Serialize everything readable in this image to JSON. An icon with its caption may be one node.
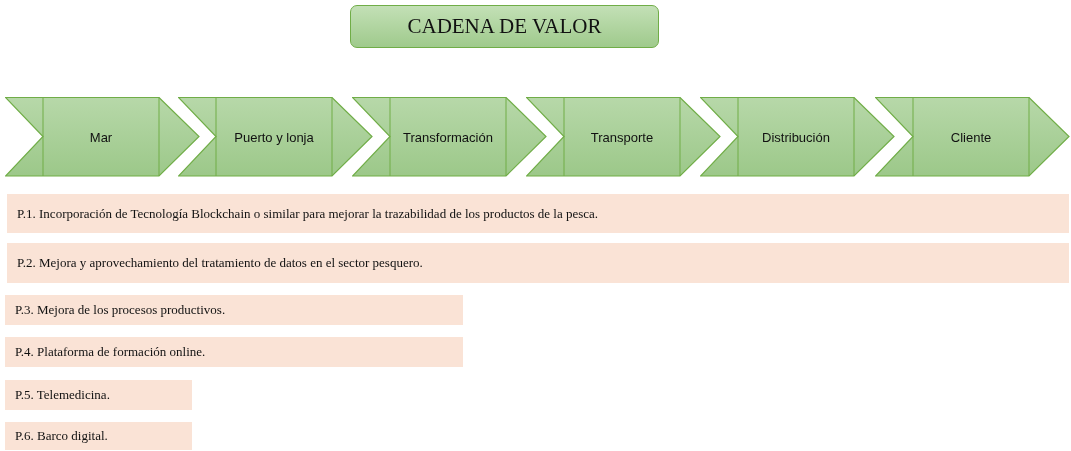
{
  "diagram": {
    "title": "CADENA DE VALOR",
    "nodes": [
      {
        "text": [
          "Mar"
        ]
      },
      {
        "text": [
          "Puerto y lonja"
        ]
      },
      {
        "text": [
          "Transformación"
        ]
      },
      {
        "text": [
          "Transporte"
        ]
      },
      {
        "text": [
          "Distribución"
        ]
      },
      {
        "text": [
          "Cliente"
        ]
      },
      {
        "text": [
          "P.1. Incorporación de Tecnología Blockchain o similar para mejorar la trazabilidad de los productos de la pesca."
        ]
      },
      {
        "text": [
          "P.2. Mejora y aprovechamiento del tratamiento de datos en el sector pesquero."
        ]
      },
      {
        "text": [
          "P.3. Mejora de los procesos productivos."
        ]
      },
      {
        "text": [
          "P.4. Plataforma de formación online."
        ]
      },
      {
        "text": [
          "P.5. Telemedicina."
        ]
      },
      {
        "text": [
          "P.6. Barco digital."
        ]
      }
    ]
  }
}
